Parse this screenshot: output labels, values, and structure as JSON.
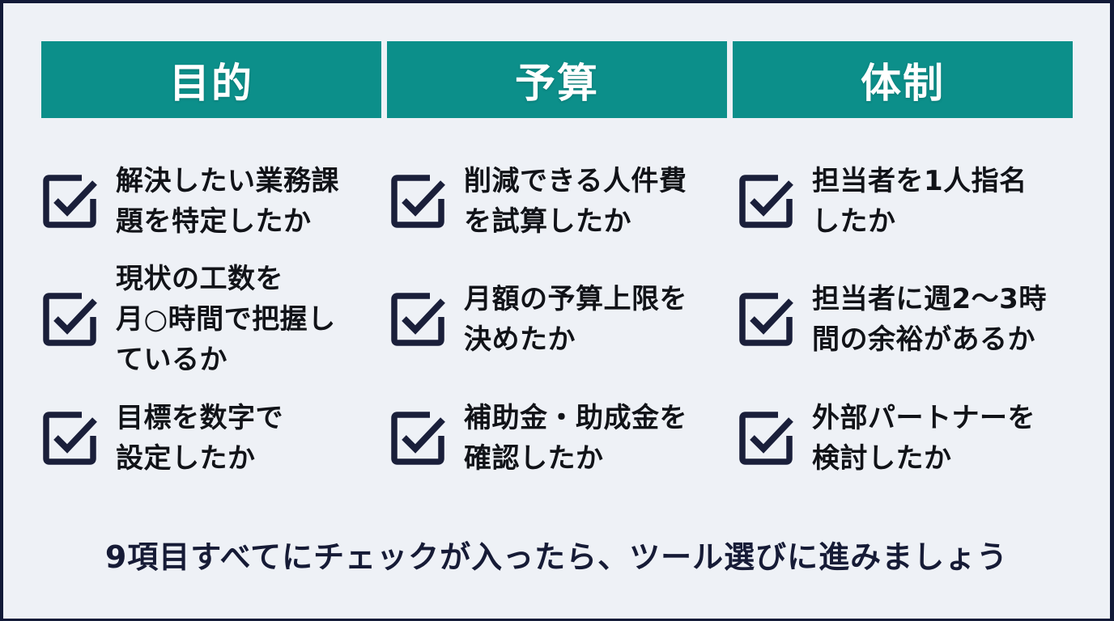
{
  "columns": [
    {
      "header": "目的",
      "items": [
        {
          "text": "解決したい業務課\n題を特定したか",
          "checked": true
        },
        {
          "text": "現状の工数を\n月○時間で把握し\nているか",
          "checked": true
        },
        {
          "text": "目標を数字で\n設定したか",
          "checked": true
        }
      ]
    },
    {
      "header": "予算",
      "items": [
        {
          "text": "削減できる人件費\nを試算したか",
          "checked": true
        },
        {
          "text": "月額の予算上限を\n決めたか",
          "checked": true
        },
        {
          "text": "補助金・助成金を\n確認したか",
          "checked": true
        }
      ]
    },
    {
      "header": "体制",
      "items": [
        {
          "text": "担当者を1人指名\nしたか",
          "checked": true
        },
        {
          "text": "担当者に週2～3時\n間の余裕があるか",
          "checked": true
        },
        {
          "text": "外部パートナーを\n検討したか",
          "checked": true
        }
      ]
    }
  ],
  "footer": "9項目すべてにチェックが入ったら、ツール選びに進みましょう",
  "colors": {
    "header_bg": "#0c8f8a",
    "header_text": "#ffffff",
    "checkbox": "#1a1f3a",
    "item_text": "#111318",
    "footer_text": "#161b36",
    "panel_bg": "#eef1f6",
    "frame": "#121a38"
  }
}
